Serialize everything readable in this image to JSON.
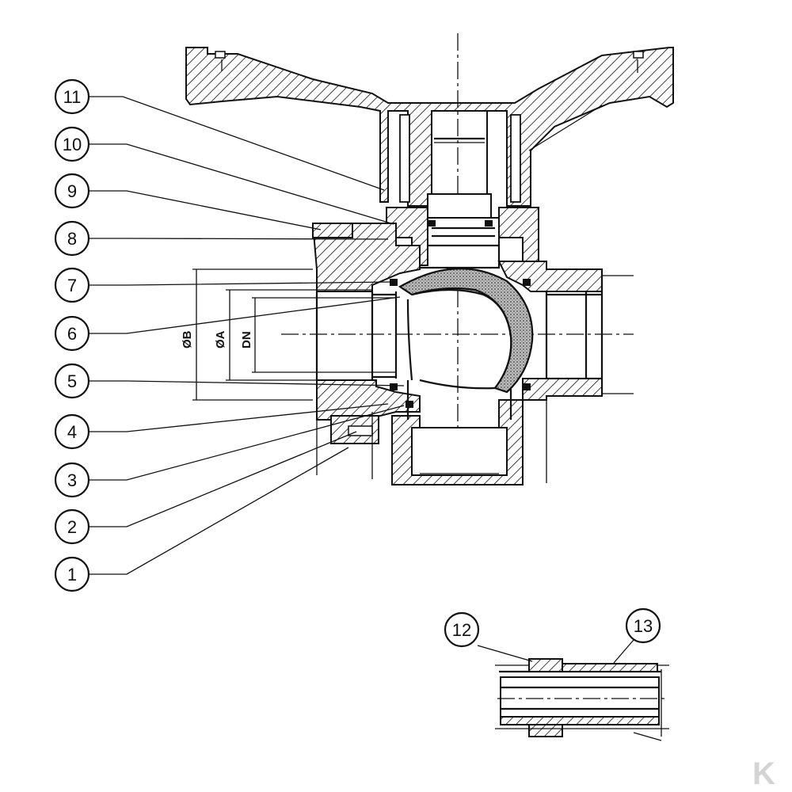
{
  "callouts": [
    {
      "label": "11",
      "target": "shaft-screw"
    },
    {
      "label": "10",
      "target": "gland-nut"
    },
    {
      "label": "9",
      "target": "stem-seal"
    },
    {
      "label": "8",
      "target": "body-insert"
    },
    {
      "label": "7",
      "target": "seat-o-ring"
    },
    {
      "label": "6",
      "target": "ball"
    },
    {
      "label": "5",
      "target": "body"
    },
    {
      "label": "4",
      "target": "lower-seal"
    },
    {
      "label": "3",
      "target": "seat-ring"
    },
    {
      "label": "2",
      "target": "union-nut"
    },
    {
      "label": "1",
      "target": "end-connector"
    },
    {
      "label": "12",
      "target": "hose-o-ring"
    },
    {
      "label": "13",
      "target": "hose-tail"
    }
  ],
  "dimensions": {
    "outer_diameter": "ØB",
    "inner_diameter": "ØA",
    "nominal_diameter": "DN"
  },
  "watermark": "K",
  "colors": {
    "ink": "#111111",
    "background": "#ffffff",
    "ball_fill": "#c8c8c8",
    "watermark": "#d4d4d4"
  }
}
